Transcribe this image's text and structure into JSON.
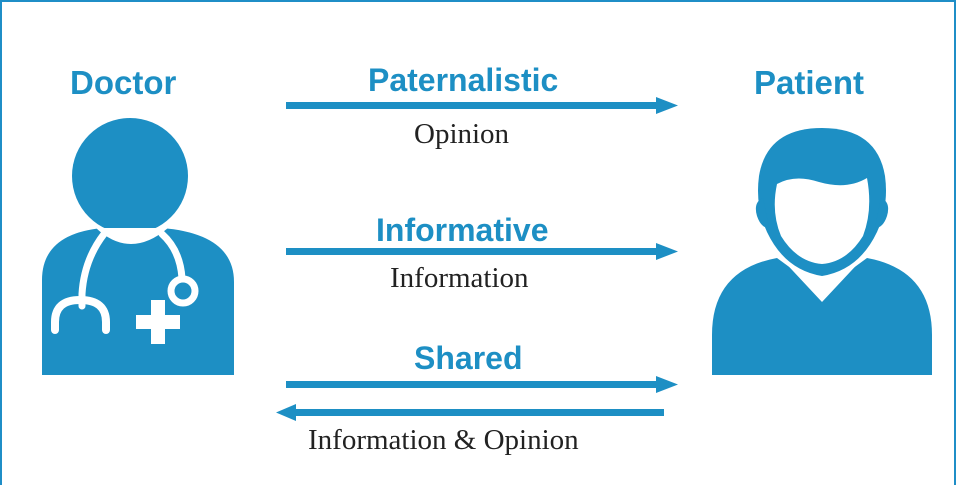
{
  "colors": {
    "primary": "#1d8fc4",
    "border": "#1f8ec7",
    "text": "#222222",
    "background": "#ffffff"
  },
  "actors": {
    "doctor": {
      "label": "Doctor",
      "icon": "doctor-icon"
    },
    "patient": {
      "label": "Patient",
      "icon": "patient-icon"
    }
  },
  "models": [
    {
      "name": "Paternalistic",
      "caption": "Opinion",
      "direction": "doctor-to-patient"
    },
    {
      "name": "Informative",
      "caption": "Information",
      "direction": "doctor-to-patient"
    },
    {
      "name": "Shared",
      "caption": "Information & Opinion",
      "direction": "bidirectional"
    }
  ]
}
